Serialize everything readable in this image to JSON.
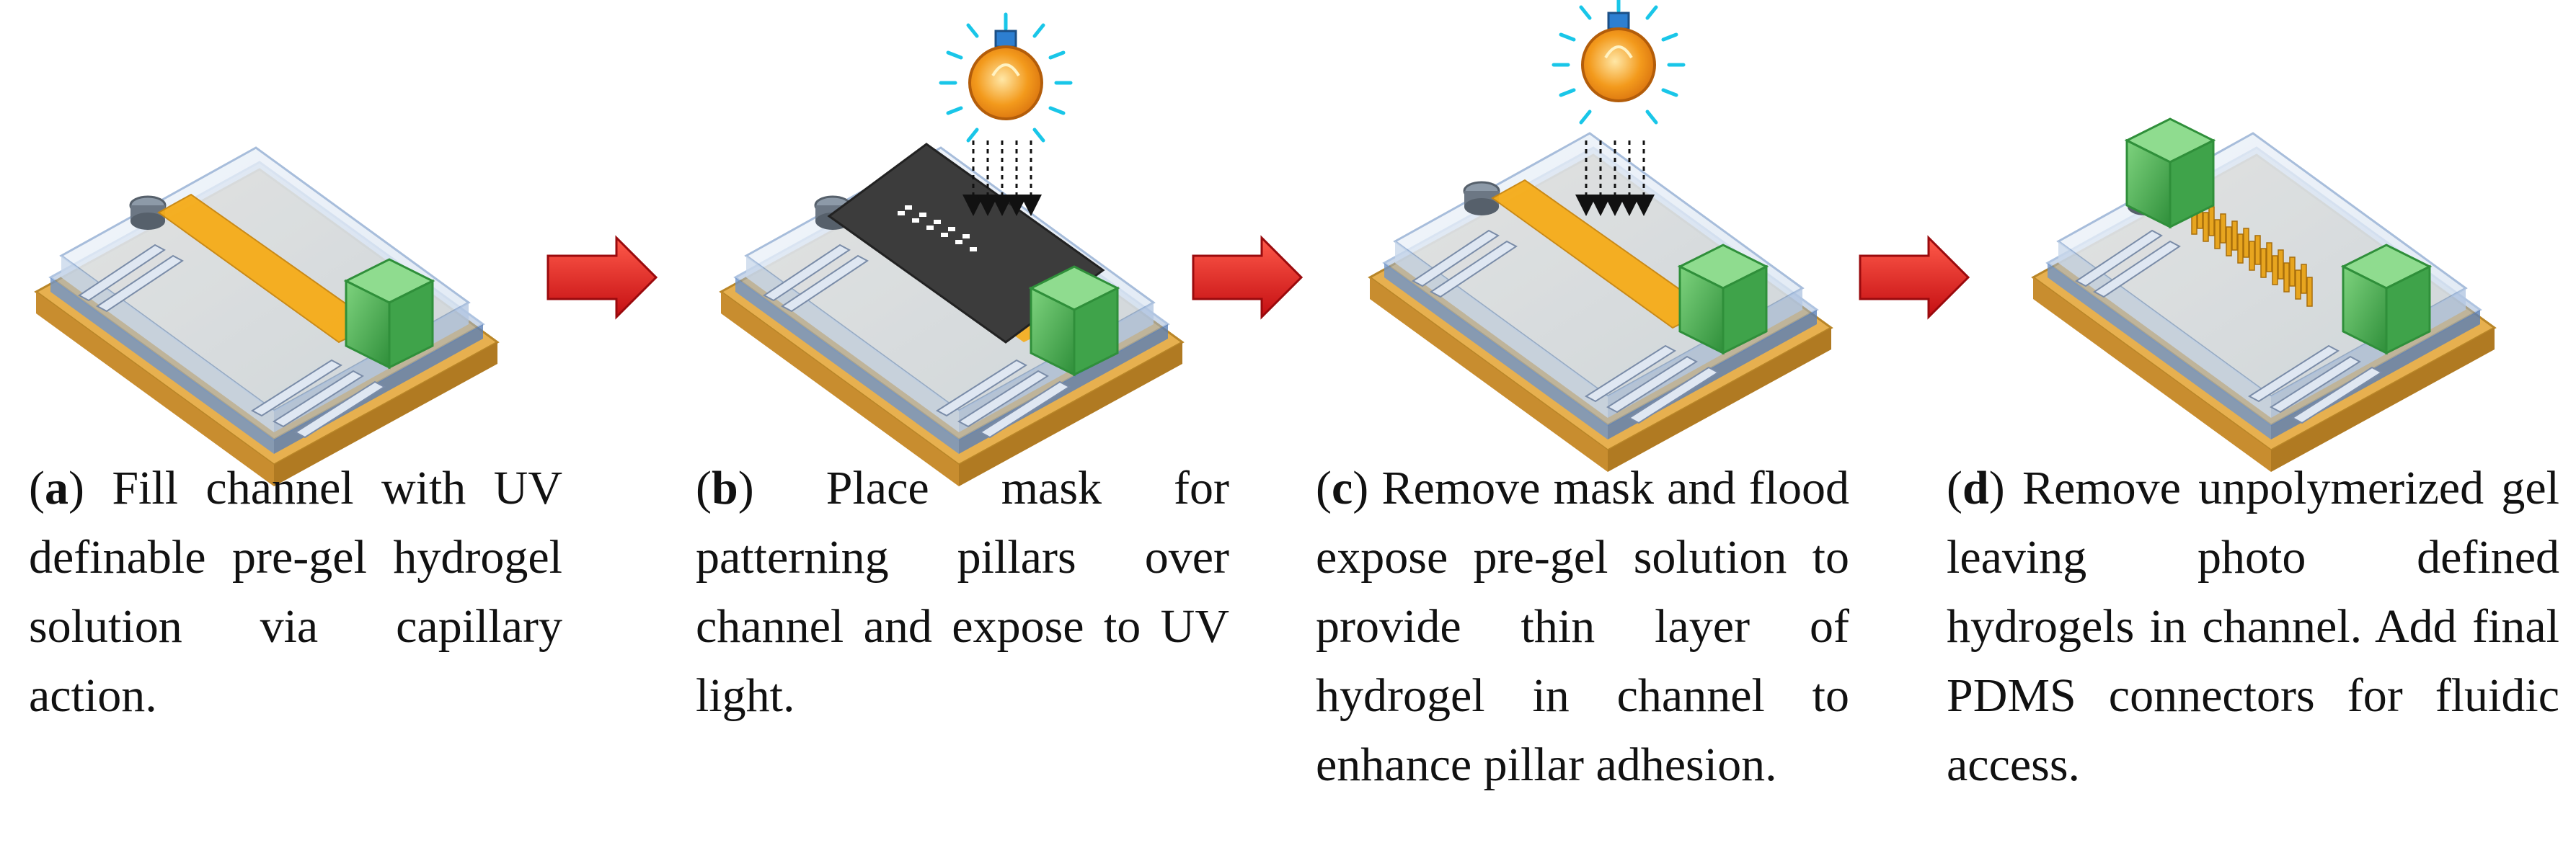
{
  "steps": [
    {
      "letter": "a",
      "text": "Fill channel with UV definable pre-gel hydrogel solution via capillary action."
    },
    {
      "letter": "b",
      "text": "Place mask for patterning pillars over channel and expose to UV light."
    },
    {
      "letter": "c",
      "text": "Remove mask and flood expose pre-gel solution to provide thin layer of hydrogel in channel to enhance pillar adhesion."
    },
    {
      "letter": "d",
      "text": "Remove unpolymerized gel leaving photo defined hydrogels in channel. Add final PDMS connectors for fluidic access."
    }
  ],
  "icons": {
    "uv_lamp": "light-bulb-icon",
    "process_arrow": "right-arrow-icon"
  },
  "colors": {
    "substrate": "#e7b04f",
    "substrate_side": "#c88d2f",
    "glass_top": "#dfe9f5",
    "glass_edge": "#6f95c9",
    "channel_fill": "#f6ac18",
    "connector": "#5fbf5f",
    "connector_dark": "#2f8f3a",
    "mask": "#3c3c3c",
    "arrow": "#e4161b",
    "lamp": "#f39a1c",
    "ray": "#19c6e8",
    "pillar": "#e7a51f"
  }
}
